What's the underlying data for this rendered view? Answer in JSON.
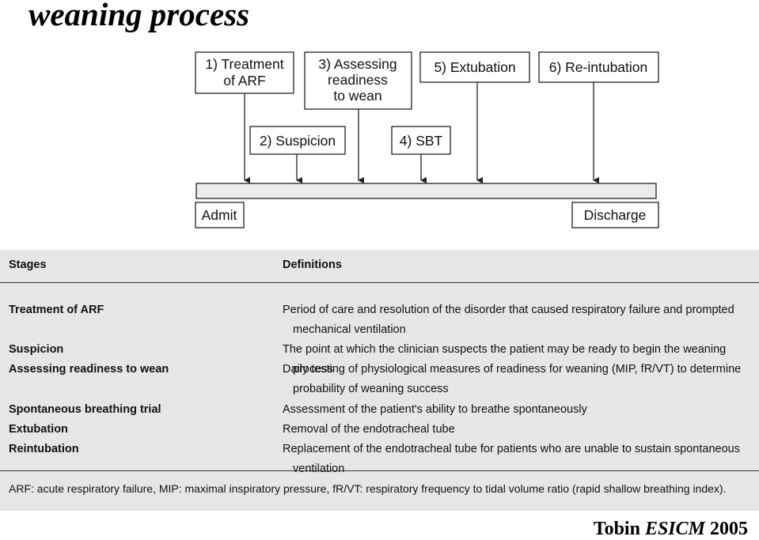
{
  "title": "weaning process",
  "timeline": {
    "boxes": [
      {
        "id": "b1",
        "lines": [
          "1) Treatment",
          "of ARF"
        ]
      },
      {
        "id": "b2",
        "lines": [
          "2) Suspicion"
        ]
      },
      {
        "id": "b3",
        "lines": [
          "3) Assessing",
          "readiness",
          "to wean"
        ]
      },
      {
        "id": "b4",
        "lines": [
          "4) SBT"
        ]
      },
      {
        "id": "b5",
        "lines": [
          "5) Extubation"
        ]
      },
      {
        "id": "b6",
        "lines": [
          "6) Re-intubation"
        ]
      }
    ],
    "start_label": "Admit",
    "end_label": "Discharge"
  },
  "table": {
    "col_stages": "Stages",
    "col_definitions": "Definitions",
    "rows": [
      {
        "stage": "Treatment of ARF",
        "definition": "Period of care and resolution of the disorder that caused respiratory failure and prompted mechanical ventilation"
      },
      {
        "stage": "Suspicion",
        "definition": "The point at which the clinician suspects the patient may be ready to begin the weaning process"
      },
      {
        "stage": "Assessing readiness to wean",
        "definition": "Daily testing of physiological measures of readiness for weaning (MIP, fR/VT) to determine probability of weaning success"
      },
      {
        "stage": "Spontaneous breathing trial",
        "definition": "Assessment of the patient's ability to breathe spontaneously"
      },
      {
        "stage": "Extubation",
        "definition": "Removal of the endotracheal tube"
      },
      {
        "stage": "Reintubation",
        "definition": "Replacement of the endotracheal tube for patients who are unable to sustain spontaneous ventilation"
      }
    ],
    "footnote": "ARF: acute respiratory failure, MIP: maximal inspiratory pressure, fR/VT: respiratory frequency to tidal volume ratio (rapid shallow breathing index)."
  },
  "citation": {
    "author": "Tobin",
    "source": "ESICM",
    "year": "2005"
  }
}
